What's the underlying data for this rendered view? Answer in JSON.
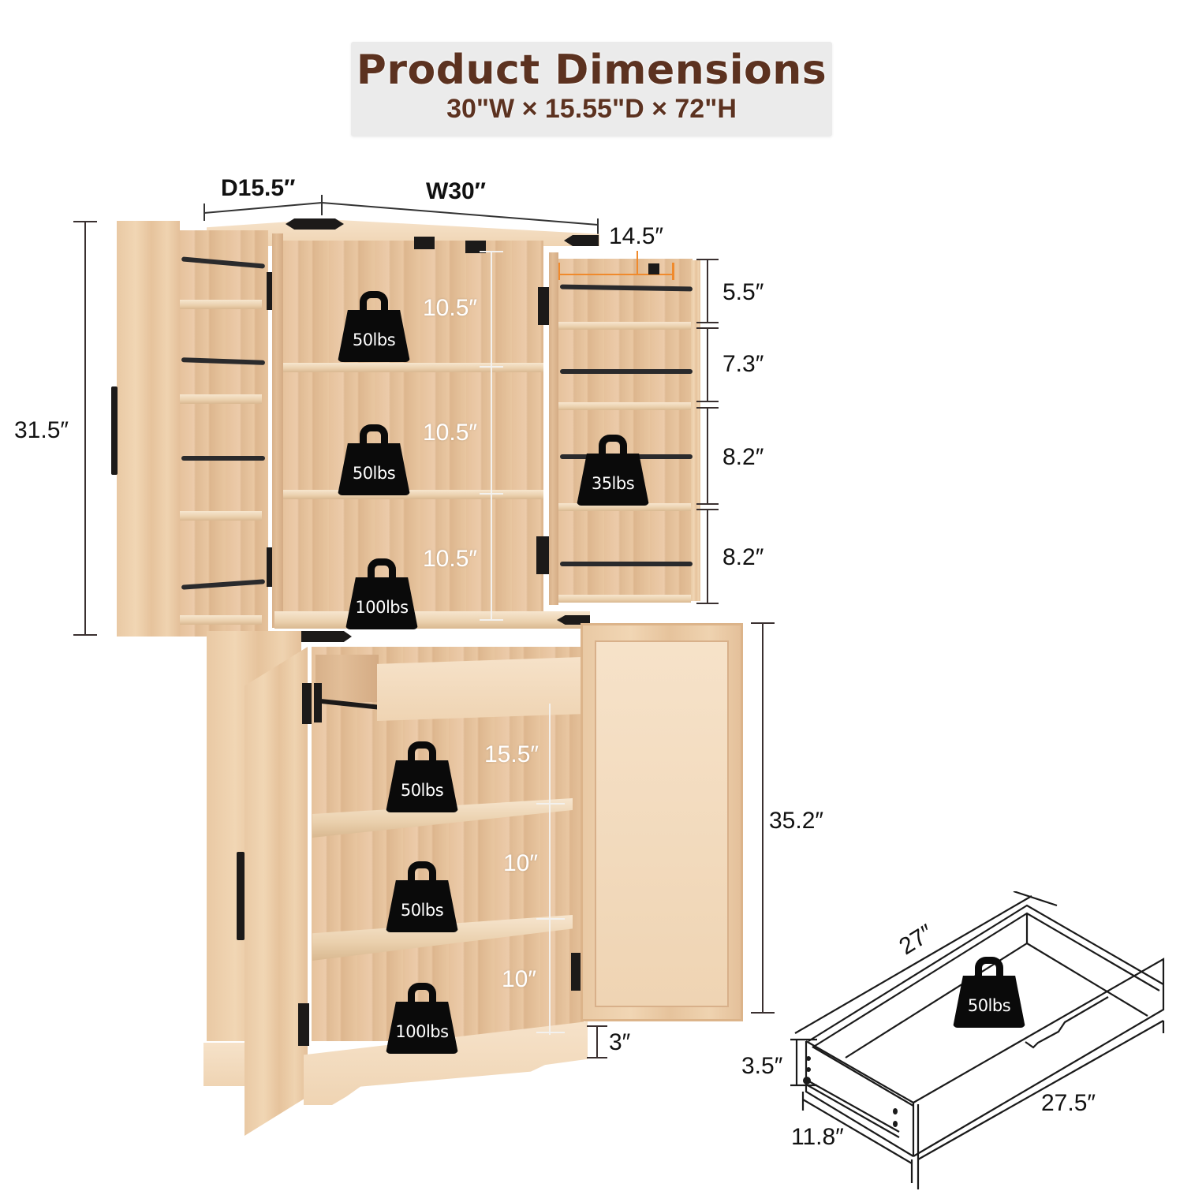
{
  "banner": {
    "title": "Product Dimensions",
    "subtitle": "30\"W × 15.55\"D × 72\"H"
  },
  "overall": {
    "depth_label": "D15.5″",
    "width_label": "W30″",
    "upper_height_label": "31.5″",
    "lower_height_label": "35.2″",
    "door_inner_width_label": "14.5″"
  },
  "upper_cabinet": {
    "shelf_heights": [
      "10.5″",
      "10.5″",
      "10.5″"
    ],
    "shelf_loads": [
      "50lbs",
      "50lbs",
      "100lbs"
    ]
  },
  "right_door_rack": {
    "gaps": [
      "5.5″",
      "7.3″",
      "8.2″",
      "8.2″"
    ],
    "load": "35lbs"
  },
  "lower_cabinet": {
    "shelf_heights": [
      "15.5″",
      "10″",
      "10″"
    ],
    "shelf_loads": [
      "50lbs",
      "50lbs",
      "100lbs"
    ],
    "base_height": "3″"
  },
  "drawer": {
    "length_label": "27″",
    "outer_length_label": "27.5″",
    "height_label": "3.5″",
    "width_label": "11.8″",
    "load": "50lbs"
  },
  "colors": {
    "title_brown": "#5c3220",
    "banner_bg": "#ebebeb",
    "wood": "#ecccaa",
    "hardware": "#1c1a19",
    "accent_orange": "#f08a2c"
  }
}
